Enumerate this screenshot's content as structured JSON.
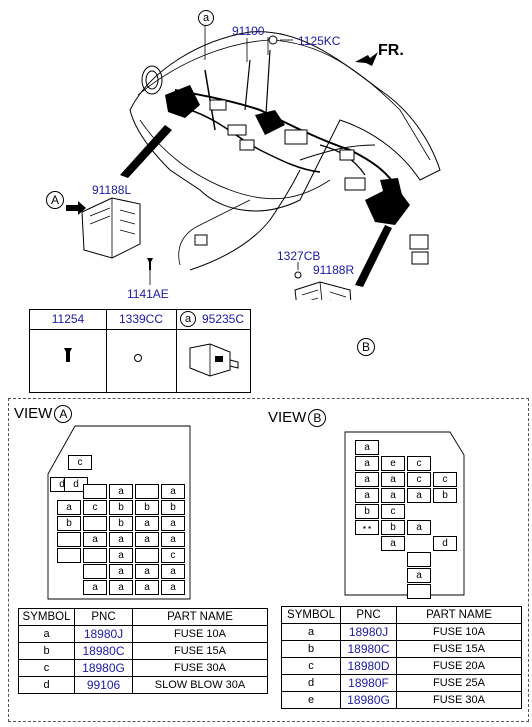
{
  "labels": {
    "a_top": "a",
    "p91100": "91100",
    "p1125KC": "1125KC",
    "fr": "FR.",
    "circA": "A",
    "p91188L": "91188L",
    "p1141AE": "1141AE",
    "p1327CB": "1327CB",
    "p91188R": "91188R",
    "circB": "B"
  },
  "parts_table": {
    "headers": [
      "11254",
      "1339CC",
      "95235C"
    ],
    "header3_prefix": "a"
  },
  "view_a": {
    "title": "VIEW",
    "circle": "A",
    "fuses": [
      {
        "t": "c"
      },
      {
        "t": "d"
      },
      {
        "t": "d"
      },
      {
        "t": ""
      },
      {
        "t": "a"
      },
      {
        "t": ""
      },
      {
        "t": "a"
      },
      {
        "t": "a"
      },
      {
        "t": "c"
      },
      {
        "t": "b"
      },
      {
        "t": "b"
      },
      {
        "t": "b"
      },
      {
        "t": "b"
      },
      {
        "t": ""
      },
      {
        "t": "b"
      },
      {
        "t": "a"
      },
      {
        "t": "a"
      },
      {
        "t": ""
      },
      {
        "t": "a"
      },
      {
        "t": "a"
      },
      {
        "t": "a"
      },
      {
        "t": "a"
      },
      {
        "t": ""
      },
      {
        "t": ""
      },
      {
        "t": "a"
      },
      {
        "t": ""
      },
      {
        "t": "c"
      },
      {
        "t": ""
      },
      {
        "t": "a"
      },
      {
        "t": "a"
      },
      {
        "t": "a"
      },
      {
        "t": "a"
      },
      {
        "t": "a"
      },
      {
        "t": "a"
      },
      {
        "t": "a"
      }
    ],
    "table": {
      "headers": [
        "SYMBOL",
        "PNC",
        "PART NAME"
      ],
      "rows": [
        {
          "symbol": "a",
          "pnc": "18980J",
          "name": "FUSE 10A"
        },
        {
          "symbol": "b",
          "pnc": "18980C",
          "name": "FUSE 15A"
        },
        {
          "symbol": "c",
          "pnc": "18980G",
          "name": "FUSE 30A"
        },
        {
          "symbol": "d",
          "pnc": "99106",
          "name": "SLOW BLOW 30A"
        }
      ]
    }
  },
  "view_b": {
    "title": "VIEW",
    "circle": "B",
    "fuses": [
      {
        "t": "a"
      },
      {
        "t": "a"
      },
      {
        "t": "e"
      },
      {
        "t": "c"
      },
      {
        "t": "a"
      },
      {
        "t": "a"
      },
      {
        "t": "c"
      },
      {
        "t": "c"
      },
      {
        "t": "a"
      },
      {
        "t": "a"
      },
      {
        "t": "a"
      },
      {
        "t": "b"
      },
      {
        "t": "b"
      },
      {
        "t": "c"
      },
      {
        "t": "b"
      },
      {
        "t": "a"
      },
      {
        "t": "a"
      },
      {
        "t": "d"
      },
      {
        "t": ""
      },
      {
        "t": "a"
      },
      {
        "t": ""
      }
    ],
    "table": {
      "headers": [
        "SYMBOL",
        "PNC",
        "PART NAME"
      ],
      "rows": [
        {
          "symbol": "a",
          "pnc": "18980J",
          "name": "FUSE 10A"
        },
        {
          "symbol": "b",
          "pnc": "18980C",
          "name": "FUSE 15A"
        },
        {
          "symbol": "c",
          "pnc": "18980D",
          "name": "FUSE 20A"
        },
        {
          "symbol": "d",
          "pnc": "18980F",
          "name": "FUSE 25A"
        },
        {
          "symbol": "e",
          "pnc": "18980G",
          "name": "FUSE 30A"
        }
      ]
    }
  },
  "colors": {
    "pnc": "#1a1aa6",
    "line": "#000000"
  }
}
